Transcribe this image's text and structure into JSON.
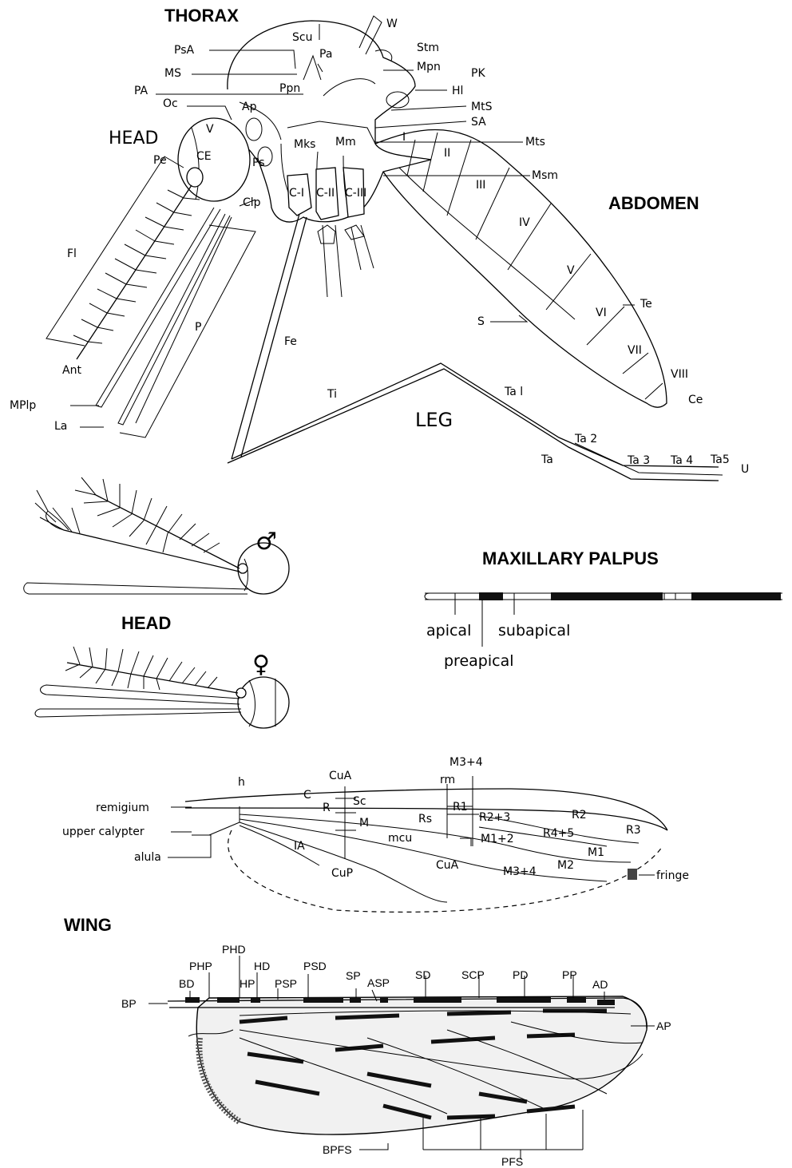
{
  "headings": {
    "thorax": "THORAX",
    "head_main": "HEAD",
    "abdomen": "ABDOMEN",
    "leg": "LEG",
    "maxillary_palpus": "MAXILLARY PALPUS",
    "head_pair": "HEAD",
    "wing": "WING"
  },
  "symbols": {
    "male": "♂",
    "female": "♀"
  },
  "body_labels": {
    "W": "W",
    "Scu": "Scu",
    "Stm": "Stm",
    "PsA": "PsA",
    "Pa": "Pa",
    "MS": "MS",
    "Mpn": "Mpn",
    "PK": "PK",
    "PA": "PA",
    "Ppn": "Ppn",
    "Hl": "Hl",
    "Oc": "Oc",
    "Ap": "Ap",
    "MtS": "MtS",
    "SA": "SA",
    "V": "V",
    "CE": "CE",
    "Mks": "Mks",
    "Mm": "Mm",
    "I": "I",
    "Mts": "Mts",
    "II": "II",
    "Pe": "Pe",
    "Ps": "Ps",
    "Msm": "Msm",
    "III": "III",
    "C-I": "C-I",
    "C-II": "C-II",
    "C-III": "C-III",
    "Clp": "Clp",
    "Fl": "Fl",
    "IV": "IV",
    "V_seg": "V",
    "P": "P",
    "Fe": "Fe",
    "Te": "Te",
    "S": "S",
    "VI": "VI",
    "VII": "VII",
    "VIII": "VIII",
    "Ant": "Ant",
    "Ce": "Ce",
    "Ti": "Ti",
    "Ta1": "Ta l",
    "MPlp": "MPlp",
    "La": "La",
    "Ta2": "Ta 2",
    "Ta": "Ta",
    "Ta3": "Ta 3",
    "Ta4": "Ta 4",
    "Ta5": "Ta5",
    "U": "U"
  },
  "palpus_labels": {
    "apical": "apical",
    "subapical": "subapical",
    "preapical": "preapical"
  },
  "wing_vein_labels": {
    "M34_top": "M3+4",
    "CuA_top": "CuA",
    "rm": "rm",
    "h": "h",
    "C": "C",
    "Sc": "Sc",
    "R1": "R1",
    "remigium": "remigium",
    "R": "R",
    "Rs": "Rs",
    "R23": "R2+3",
    "R2": "R2",
    "upper_calypter": "upper calypter",
    "M": "M",
    "mcu": "mcu",
    "M12": "M1+2",
    "R45": "R4+5",
    "R3": "R3",
    "alula": "alula",
    "IA": "IA",
    "M1": "M1",
    "CuA_bottom": "CuA",
    "M2": "M2",
    "CuP": "CuP",
    "M34_bottom": "M3+4",
    "fringe": "fringe"
  },
  "wing_spot_labels": {
    "PHD": "PHD",
    "PHP": "PHP",
    "HD": "HD",
    "PSD": "PSD",
    "BD": "BD",
    "HP": "HP",
    "PSP": "PSP",
    "SP": "SP",
    "ASP": "ASP",
    "SD": "SD",
    "SCP": "SCP",
    "PD": "PD",
    "PP": "PP",
    "AD": "AD",
    "BP": "BP",
    "AP": "AP",
    "BPFS": "BPFS",
    "PFS": "PFS"
  }
}
